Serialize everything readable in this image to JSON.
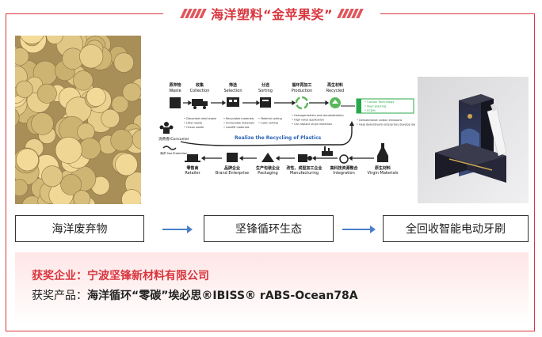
{
  "header": {
    "title": "海洋塑料“金苹果奖”"
  },
  "labels": {
    "left": "海洋废弃物",
    "middle": "坚锋循环生态",
    "right": "全回收智能电动牙刷"
  },
  "award": {
    "company_label": "获奖企业：",
    "company_name": "宁波坚锋新材料有限公司",
    "product_label": "获奖产品：",
    "product_name": "海洋循环“零碳”埃必思®IBISS® rABS-Ocean78A"
  },
  "diagram": {
    "center_title": "Realize the Recycling of Plastics",
    "steps_top": [
      {
        "cn": "原弃物",
        "en": "Waste"
      },
      {
        "cn": "收集",
        "en": "Collection"
      },
      {
        "cn": "筛选",
        "en": "Selection"
      },
      {
        "cn": "分选",
        "en": "Sorting"
      },
      {
        "cn": "循环再加工",
        "en": "Production"
      },
      {
        "cn": "再生材料",
        "en": "Recycled"
      }
    ],
    "steps_bottom": [
      {
        "cn": "零售商",
        "en": "Retailer"
      },
      {
        "cn": "品牌企业",
        "en": "Brand Enterprise"
      },
      {
        "cn": "生产包装企业",
        "en": "Packaging"
      },
      {
        "cn": "改性、成型加工企业",
        "en": "Manufacturing"
      },
      {
        "cn": "高科技资源整合",
        "en": "Integration"
      },
      {
        "cn": "原生材料",
        "en": "Virgin Materials"
      }
    ],
    "consumer": {
      "cn": "消费者",
      "en": "Consumer"
    },
    "sea": {
      "cn": "海洋",
      "en": "Sea Protection"
    },
    "notes_left": [
      "Discarded retail waste",
      "Litter waste",
      "Ocean waste"
    ],
    "notes_mid": [
      "Recyclable materials",
      "Incinerable materials",
      "Landfill materials"
    ],
    "notes_sort": [
      "Material sorting",
      "Color sorting"
    ],
    "notes_prod": [
      "Homogenization and standardization",
      "High value application",
      "Can replace virgin materials"
    ],
    "notes_right": [
      "Carbon Technology",
      "Near-plasting",
      "ECBM"
    ],
    "notes_right2": [
      "Dematerialize carbon emissions",
      "Help downstream enterprises develop low-carbon products"
    ]
  }
}
